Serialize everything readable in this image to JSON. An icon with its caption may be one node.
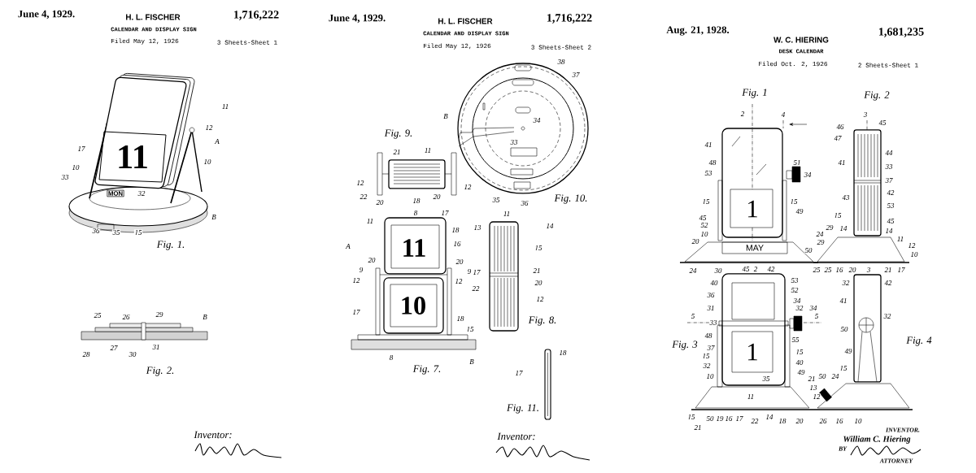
{
  "diagram": {
    "labels": [
      "June 4, 1929.",
      "H. L. FISCHER",
      "1,716,222",
      "CALENDAR AND DISPLAY SIGN",
      "Filed May 12, 1926",
      "3 Sheets-Sheet 1",
      "11",
      "12",
      "A",
      "17",
      "11",
      "10",
      "10",
      "33",
      "MON",
      "32",
      "B",
      "36",
      "35",
      "15",
      "Fig. 1.",
      "25",
      "26",
      "29",
      "B",
      "28",
      "27",
      "30",
      "31",
      "Fig. 2.",
      "Inventor:",
      "June 4, 1929.",
      "H. L. FISCHER",
      "1,716,222",
      "CALENDAR AND DISPLAY SIGN",
      "Filed May 12, 1926",
      "3 Sheets-Sheet 2",
      "38",
      "37",
      "B",
      "34",
      "Fig. 9.",
      "33",
      "21",
      "11",
      "12",
      "12",
      "22",
      "20",
      "18",
      "20",
      "35",
      "36",
      "Fig. 10.",
      "8",
      "11",
      "17",
      "11",
      "13",
      "14",
      "18",
      "11",
      "16",
      "A",
      "15",
      "20",
      "20",
      "9",
      "9",
      "17",
      "21",
      "12",
      "12",
      "20",
      "22",
      "12",
      "10",
      "17",
      "18",
      "Fig. 8.",
      "15",
      "18",
      "8",
      "B",
      "Fig. 7.",
      "17",
      "Fig. 11.",
      "Inventor:",
      "Aug. 21, 1928.",
      "W. C. HIERING",
      "1,681,235",
      "DESK CALENDAR",
      "Filed Oct. 2, 1926",
      "2 Sheets-Sheet 1",
      "Fig. 1",
      "Fig. 2",
      "2",
      "4",
      "3",
      "46",
      "45",
      "47",
      "41",
      "44",
      "48",
      "51",
      "41",
      "33",
      "53",
      "34",
      "37",
      "42",
      "43",
      "15",
      "15",
      "53",
      "49",
      "45",
      "15",
      "1",
      "52",
      "45",
      "29",
      "14",
      "14",
      "10",
      "24",
      "20",
      "11",
      "12",
      "29",
      "50",
      "MAY",
      "10",
      "24",
      "30",
      "45",
      "2",
      "42",
      "25",
      "25",
      "16",
      "20",
      "3",
      "21",
      "17",
      "32",
      "42",
      "53",
      "40",
      "52",
      "36",
      "34",
      "41",
      "31",
      "32",
      "34",
      "5",
      "5",
      "32",
      "33",
      "50",
      "48",
      "55",
      "Fig. 3",
      "Fig. 4",
      "37",
      "15",
      "49",
      "15",
      "1",
      "40",
      "32",
      "15",
      "49",
      "10",
      "21",
      "50",
      "24",
      "35",
      "13",
      "11",
      "12",
      "15",
      "50",
      "19",
      "16",
      "17",
      "22",
      "14",
      "18",
      "20",
      "21",
      "26",
      "16",
      "10",
      "INVENTOR.",
      "William C. Hiering",
      "BY",
      "ATTORNEY"
    ]
  }
}
